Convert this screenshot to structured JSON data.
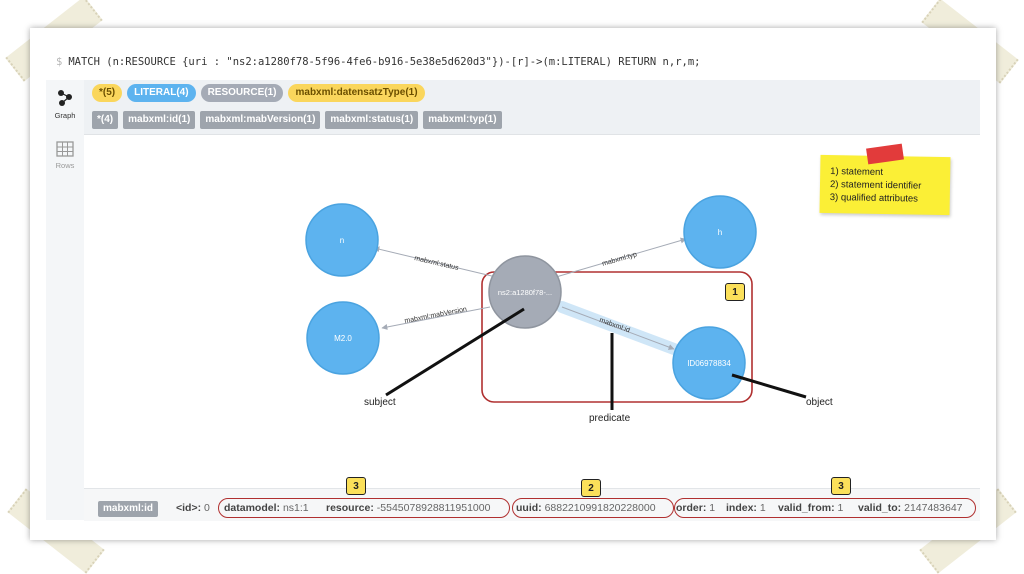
{
  "query": {
    "prompt": "$",
    "text": "MATCH (n:RESOURCE {uri : \"ns2:a1280f78-5f96-4fe6-b916-5e38e5d620d3\"})-[r]->(m:LITERAL) RETURN n,r,m;"
  },
  "sidebar": {
    "graph_label": "Graph",
    "rows_label": "Rows"
  },
  "node_labels": [
    {
      "label": "*(5)",
      "color": "#fad65c"
    },
    {
      "label": "LITERAL(4)",
      "color": "#5db3ef"
    },
    {
      "label": "RESOURCE(1)",
      "color": "#a5abb6"
    },
    {
      "label": "mabxml:datensatzType(1)",
      "color": "#fad65c"
    }
  ],
  "rel_types": [
    "*(4)",
    "mabxml:id(1)",
    "mabxml:mabVersion(1)",
    "mabxml:status(1)",
    "mabxml:typ(1)"
  ],
  "graph": {
    "nodes": {
      "center": "ns2:a1280f78-...",
      "n": "n",
      "h": "h",
      "m2": "M2.0",
      "id": "ID06978834"
    },
    "edges": {
      "status": "mabxml:status",
      "typ": "mabxml:typ",
      "mabVersion": "mabxml:mabVersion",
      "id": "mabxml:id"
    },
    "colors": {
      "literal": "#5db3ef",
      "resource": "#a5abb6",
      "annotation": "#b03030"
    }
  },
  "annotations": {
    "box1": "1",
    "box2": "2",
    "box3a": "3",
    "box3b": "3",
    "subject": "subject",
    "predicate": "predicate",
    "object": "object"
  },
  "sticky_note": {
    "line1": "1) statement",
    "line2": "2) statement identifier",
    "line3": "3) qualified attributes"
  },
  "footer": {
    "tag": "mabxml:id",
    "id_key": "<id>:",
    "id_val": "0",
    "datamodel_key": "datamodel:",
    "datamodel_val": "ns1:1",
    "resource_key": "resource:",
    "resource_val": "-5545078928811951000",
    "uuid_key": "uuid:",
    "uuid_val": "6882210991820228000",
    "order_key": "order:",
    "order_val": "1",
    "index_key": "index:",
    "index_val": "1",
    "valid_from_key": "valid_from:",
    "valid_from_val": "1",
    "valid_to_key": "valid_to:",
    "valid_to_val": "2147483647"
  }
}
